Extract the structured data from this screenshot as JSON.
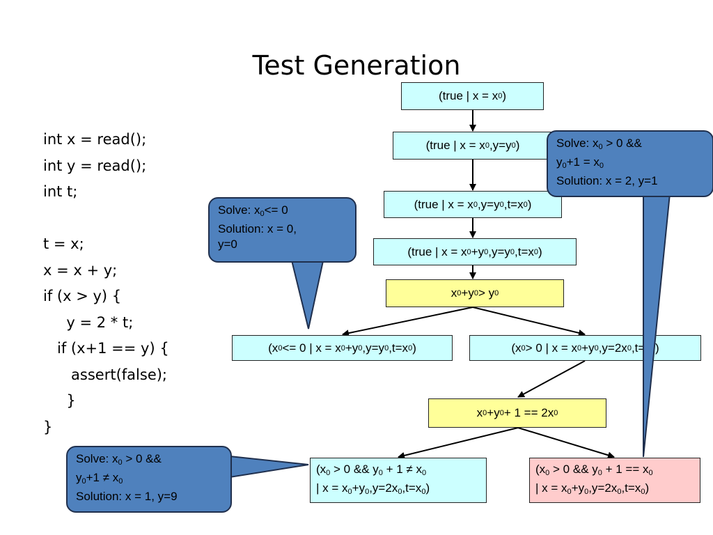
{
  "title": "Test Generation",
  "code_lines": [
    "int x = read();",
    "int y = read();",
    "int t;",
    "",
    "t = x;",
    "x = x + y;",
    "if (x > y) {",
    "     y = 2 * t;",
    "   if (x+1 == y) {",
    "      assert(false);",
    "     }",
    "}"
  ],
  "nodes": {
    "n1": [
      "(true | x = x",
      "0",
      " )"
    ],
    "n2": [
      "(true | x = x",
      "0",
      ",y=y",
      "0",
      ")"
    ],
    "n3": [
      "(true | x = x",
      "0",
      ",y=y",
      "0",
      ",t=x",
      "0",
      ")"
    ],
    "n4": [
      "(true | x = x",
      "0",
      "+y",
      "0",
      ",y=y",
      "0",
      ",t=x",
      "0",
      ")"
    ],
    "cond1": [
      "x",
      "0",
      "+y",
      "0",
      " > y",
      "0"
    ],
    "left1": [
      "(x",
      "0",
      " <= 0 | x = x",
      "0",
      "+y",
      "0",
      ",y=y",
      "0",
      ",t=x",
      "0",
      ")"
    ],
    "right1": [
      "(x",
      "0",
      " > 0 | x = x",
      "0",
      "+y",
      "0",
      ",y=2x",
      "0",
      ",t=x",
      "0",
      ")"
    ],
    "cond2": [
      "x",
      "0",
      "+y",
      "0",
      " + 1 == 2x",
      "0"
    ],
    "leaf_neq_l1": [
      "(x",
      "0",
      " > 0 && y",
      "0",
      " + 1 ≠ x",
      "0"
    ],
    "leaf_neq_l2": [
      "| x = x",
      "0",
      "+y",
      "0",
      ",y=2x",
      "0",
      ",t=x",
      "0",
      ")"
    ],
    "leaf_eq_l1": [
      "(x",
      "0",
      " > 0 && y",
      "0",
      " + 1 == x",
      "0"
    ],
    "leaf_eq_l2": [
      "| x = x",
      "0",
      "+y",
      "0",
      ",y=2x",
      "0",
      ",t=x",
      "0",
      ")"
    ]
  },
  "callouts": {
    "c1_l1": [
      "Solve: x",
      "0",
      "<= 0"
    ],
    "c1_l2": "Solution: x = 0,",
    "c1_l3": "y=0",
    "c2_l1": [
      "Solve: x",
      "0",
      " > 0 &&"
    ],
    "c2_l2": [
      "y",
      "0",
      "+1 = x",
      "0"
    ],
    "c2_l3": "Solution: x = 2, y=1",
    "c3_l1": [
      "Solve: x",
      "0",
      " > 0 &&"
    ],
    "c3_l2": [
      "y",
      "0",
      "+1 ≠ x",
      "0"
    ],
    "c3_l3": "Solution: x = 1, y=9"
  },
  "colors": {
    "state_box": "#ccffff",
    "condition_box": "#ffff99",
    "assert_box": "#ffcccc",
    "callout": "#4f81bd"
  }
}
